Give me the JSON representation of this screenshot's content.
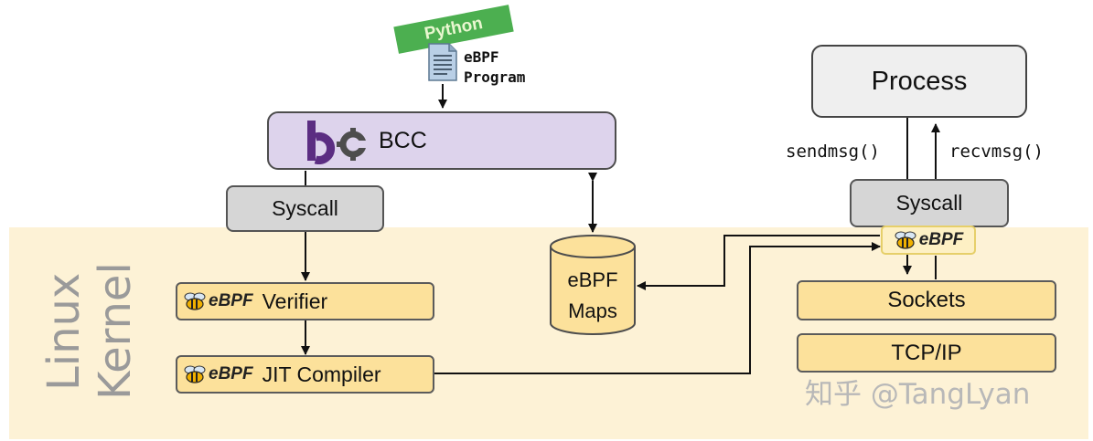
{
  "python_tag": "Python",
  "program": {
    "line1": "eBPF",
    "line2": "Program"
  },
  "bcc_label": "BCC",
  "syscall_left": "Syscall",
  "syscall_right": "Syscall",
  "verifier": {
    "badge": "eBPF",
    "label": "Verifier"
  },
  "jit": {
    "badge": "eBPF",
    "label": "JIT Compiler"
  },
  "maps": {
    "line1": "eBPF",
    "line2": "Maps"
  },
  "process_label": "Process",
  "sendmsg_label": "sendmsg()",
  "recvmsg_label": "recvmsg()",
  "socket_hook_badge": "eBPF",
  "sockets_label": "Sockets",
  "tcpip_label": "TCP/IP",
  "kernel_label": {
    "line1": "Linux",
    "line2": "Kernel"
  },
  "watermark": "知乎 @TangLyan",
  "colors": {
    "kernel_bg": "#fdf2d6",
    "bcc_fill": "#ddd3ec",
    "bcc_logo": "#5b2d82",
    "syscall_fill": "#d6d6d6",
    "kernel_box_fill": "#fce19b",
    "process_fill": "#efefef",
    "python_green": "#4caf50"
  },
  "icons": [
    "document-icon",
    "bcc-logo",
    "bee-icon"
  ]
}
